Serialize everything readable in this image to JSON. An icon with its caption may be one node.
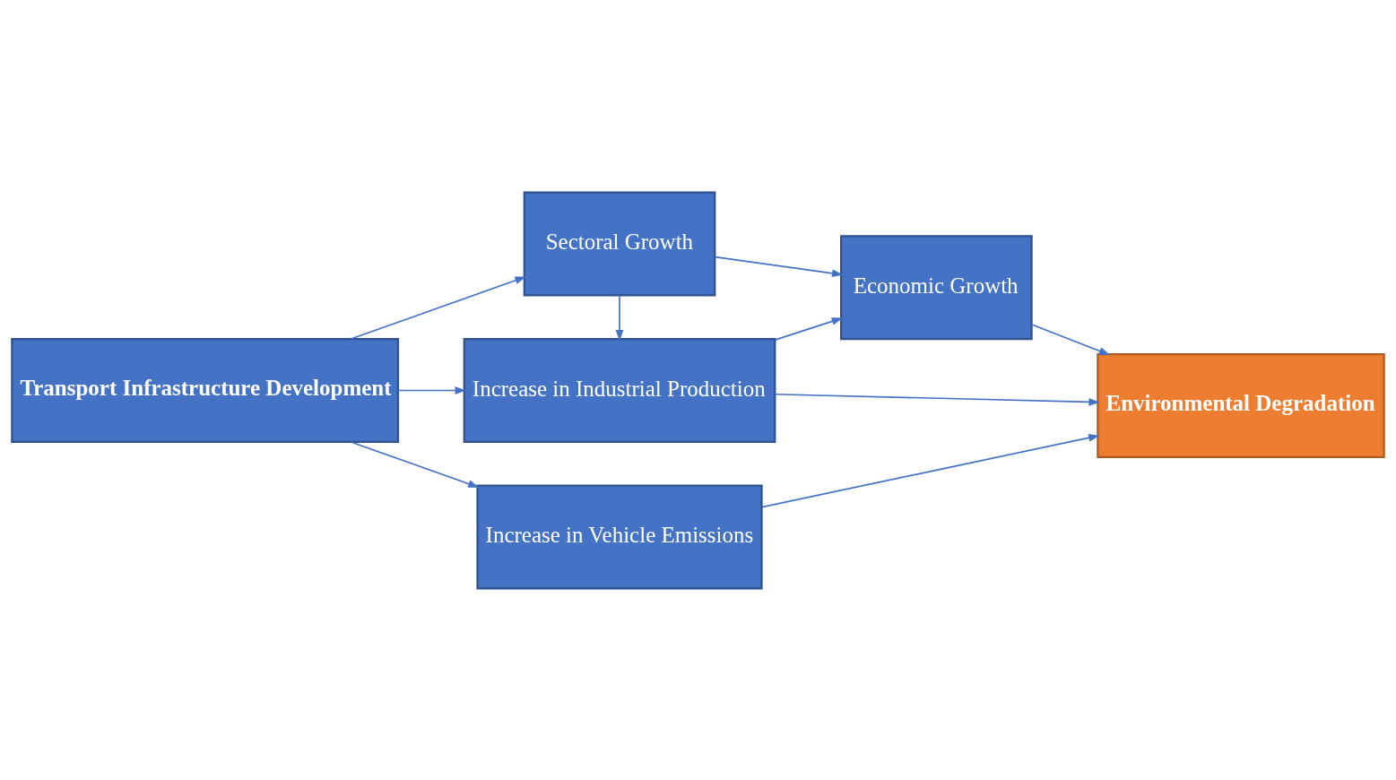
{
  "diagram": {
    "nodes": [
      {
        "text": [
          "Transport Infrastructure Development"
        ]
      },
      {
        "text": [
          "Increase in Industrial Production"
        ]
      },
      {
        "text": [
          "Sectoral Growth"
        ]
      },
      {
        "text": [
          "Economic Growth"
        ]
      },
      {
        "text": [
          "Environmental Degradation"
        ]
      },
      {
        "text": [
          "Increase in Vehicle Emissions"
        ]
      }
    ],
    "edges": [
      {
        "from": 0,
        "to": 1,
        "arrow": "to"
      },
      {
        "from": 0,
        "to": 2,
        "arrow": "to"
      },
      {
        "from": 0,
        "to": 5,
        "arrow": "to"
      },
      {
        "from": 2,
        "to": 1,
        "arrow": "to"
      },
      {
        "from": 2,
        "to": 3,
        "arrow": "to"
      },
      {
        "from": 1,
        "to": 3,
        "arrow": "to"
      },
      {
        "from": 1,
        "to": 4,
        "arrow": "to"
      },
      {
        "from": 3,
        "to": 4,
        "arrow": "to"
      },
      {
        "from": 5,
        "to": 4,
        "arrow": "to"
      }
    ]
  }
}
